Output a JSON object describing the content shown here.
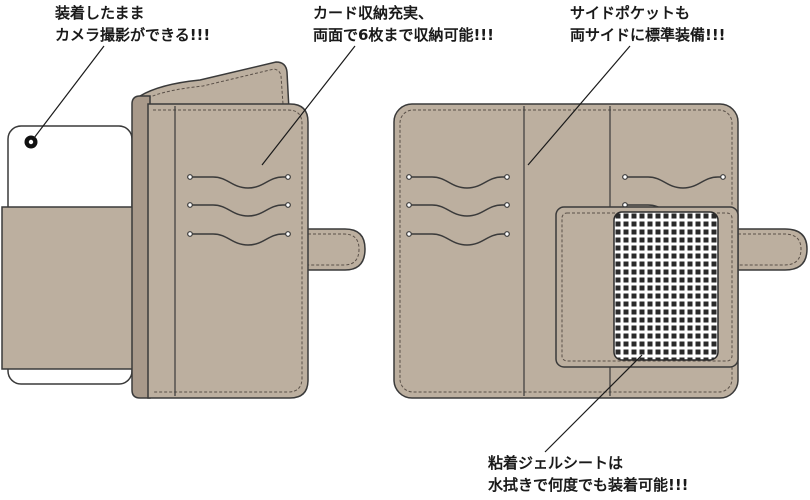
{
  "colors": {
    "leather": "#bcaf9f",
    "stroke": "#3a3a3a",
    "stitch": "#5a5048",
    "phone": "#ffffff"
  },
  "callouts": {
    "camera": {
      "line1": "装着したまま",
      "line2": "カメラ撮影ができる!!!"
    },
    "cards": {
      "line1": "カード収納充実、",
      "line2": "両面で6枚まで収納可能!!!"
    },
    "pocket": {
      "line1": "サイドポケットも",
      "line2": "両サイドに標準装備!!!"
    },
    "gel": {
      "line1": "粘着ジェルシートは",
      "line2": "水拭きで何度でも装着可能!!!"
    }
  }
}
